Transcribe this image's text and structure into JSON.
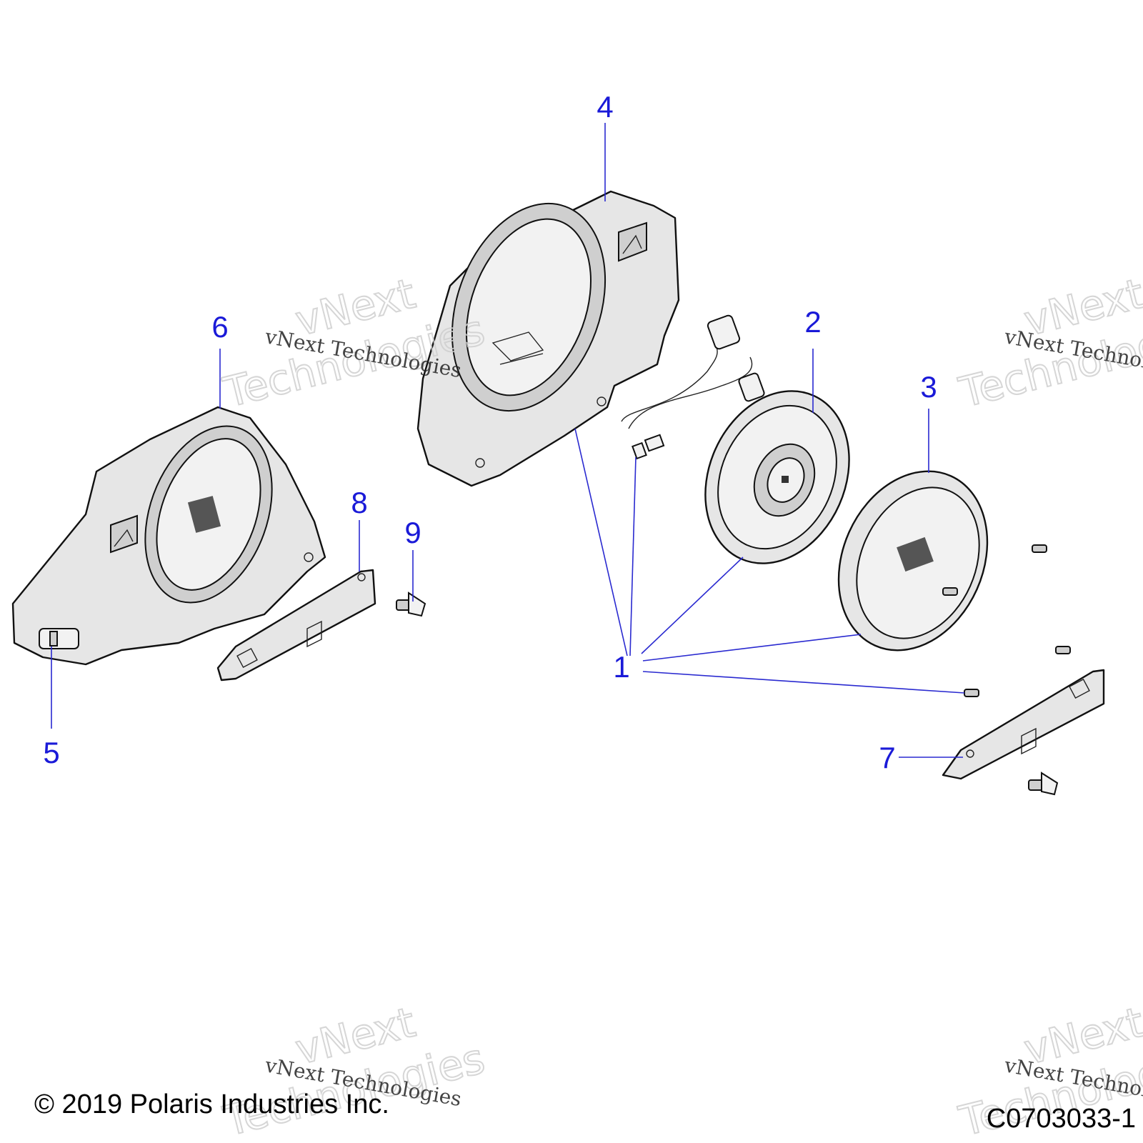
{
  "callouts": [
    "1",
    "2",
    "3",
    "4",
    "5",
    "6",
    "7",
    "8",
    "9"
  ],
  "footer": {
    "copyright": "© 2019 Polaris Industries Inc.",
    "code": "C0703033-1"
  },
  "watermark": {
    "line": "vNext Technologies",
    "word1": "vNext",
    "word2": "Technologies"
  },
  "colors": {
    "callout": "#1a1ad8",
    "part_fill": "#e6e6e6",
    "outline": "#111111"
  }
}
